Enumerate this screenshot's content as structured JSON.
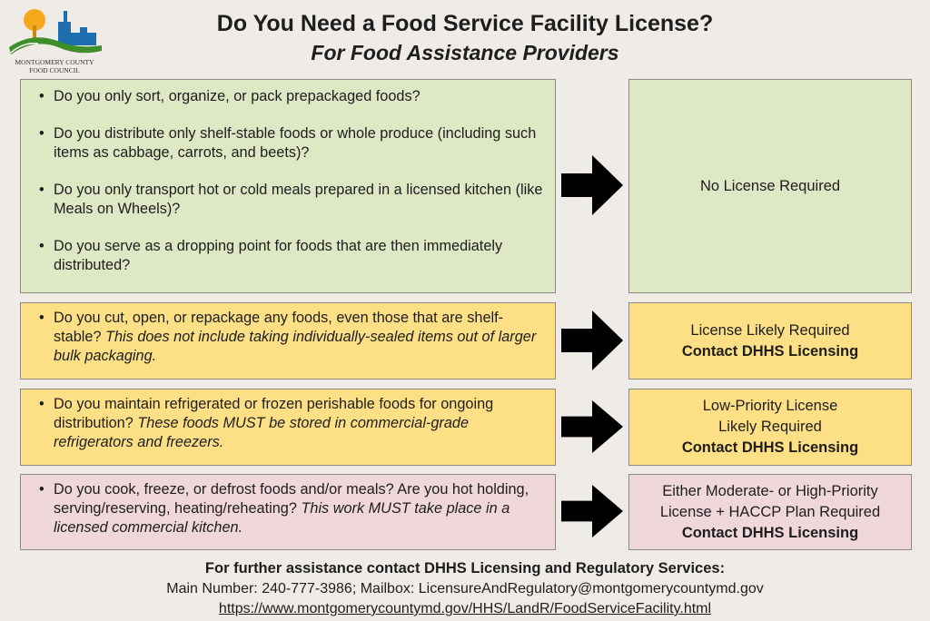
{
  "logo": {
    "line1": "MONTGOMERY COUNTY",
    "line2": "FOOD COUNCIL"
  },
  "header": {
    "title": "Do You Need a Food Service Facility License?",
    "subtitle": "For Food Assistance Providers"
  },
  "colors": {
    "green": "#dfe8c4",
    "yellow": "#fde085",
    "pink": "#efd7da",
    "background": "#efebe7"
  },
  "rows": [
    {
      "questions": [
        {
          "text": "Do you only sort, organize, or pack prepackaged foods?"
        },
        {
          "text": "Do you distribute only shelf-stable foods or whole produce (including such items as cabbage, carrots, and beets)?"
        },
        {
          "text": "Do you only transport hot or cold meals prepared in a licensed kitchen (like Meals on Wheels)?"
        },
        {
          "text": "Do you serve as a dropping point for foods that are then immediately distributed?"
        }
      ],
      "result": {
        "line1": "No License Required"
      }
    },
    {
      "questions": [
        {
          "text": "Do you cut, open, or repackage any foods, even those that are shelf-stable? ",
          "note": "This does not include taking individually-sealed items out of larger bulk packaging."
        }
      ],
      "result": {
        "line1": "License Likely Required",
        "bold": "Contact DHHS Licensing"
      }
    },
    {
      "questions": [
        {
          "text": "Do you maintain refrigerated or frozen perishable foods for ongoing distribution? ",
          "note": "These foods MUST be stored in commercial-grade refrigerators and freezers."
        }
      ],
      "result": {
        "line1": "Low-Priority License",
        "line2": "Likely Required",
        "bold": "Contact DHHS Licensing"
      }
    },
    {
      "questions": [
        {
          "text": "Do you cook, freeze, or defrost foods and/or meals? Are you hot holding, serving/reserving, heating/reheating? ",
          "note": "This work MUST take place in a licensed commercial kitchen."
        }
      ],
      "result": {
        "line1": "Either Moderate- or High-Priority",
        "line2": "License + HACCP Plan Required",
        "bold": "Contact DHHS Licensing"
      }
    }
  ],
  "footer": {
    "heading": "For further assistance contact DHHS Licensing and Regulatory Services:",
    "contact": "Main Number:  240-777-3986;   Mailbox:  LicensureAndRegulatory@montgomerycountymd.gov",
    "link": "https://www.montgomerycountymd.gov/HHS/LandR/FoodServiceFacility.html"
  }
}
